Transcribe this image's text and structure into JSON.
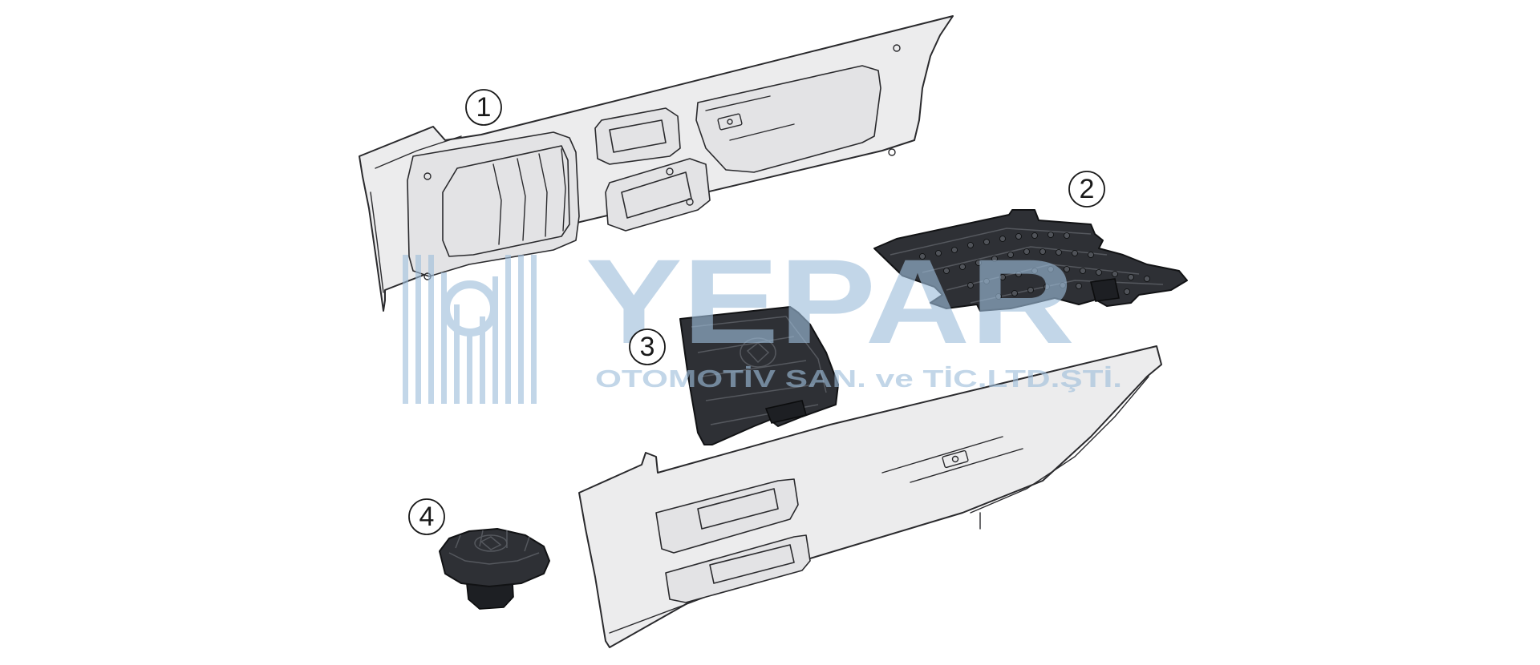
{
  "watermark": {
    "brand": "YEPAR",
    "company": "OTOMOTİV SAN. ve TİC.LTD.ŞTİ."
  },
  "callouts": [
    {
      "label": "1",
      "part": "upper dashboard panel"
    },
    {
      "label": "2",
      "part": "rubber mat"
    },
    {
      "label": "3",
      "part": "storage compartment tray"
    },
    {
      "label": "4",
      "part": "cap"
    }
  ],
  "colors": {
    "panel_fill": "#ececed",
    "dark_part": "#2e3035",
    "watermark": "#9ebedb"
  }
}
